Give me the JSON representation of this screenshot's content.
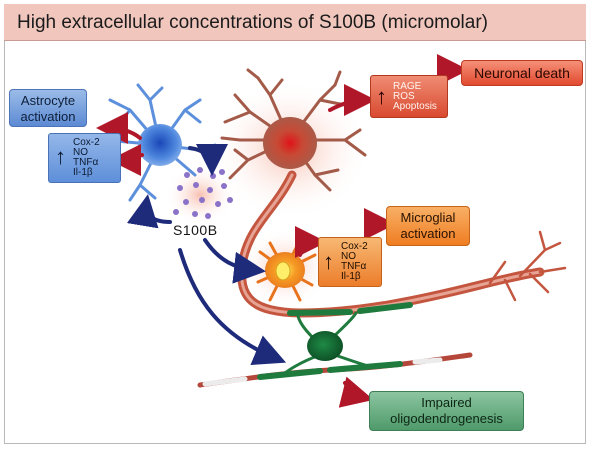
{
  "title": "High extracellular concentrations of S100B (micromolar)",
  "labels": {
    "astrocyte_activation": "Astrocyte activation",
    "neuronal_death": "Neuronal death",
    "microglial_activation": "Microglial activation",
    "impaired_oligodendrogenesis": "Impaired oligodendrogenesis",
    "s100b": "S100B"
  },
  "astrocyte_factors": [
    "Cox-2",
    "NO",
    "TNFα",
    "Il-1β"
  ],
  "neuron_factors": [
    "RAGE",
    "ROS",
    "Apoptosis"
  ],
  "microglia_factors": [
    "Cox-2",
    "NO",
    "TNFα",
    "Il-1β"
  ],
  "increase_symbol": "↑",
  "colors": {
    "title_bg": "#f0c6bd",
    "astrocyte": "#4a7fd6",
    "neuron": "#c0402b",
    "microglia": "#f08a22",
    "oligodendrocyte": "#1f7a3e",
    "arrow_red": "#b0182a",
    "arrow_blue": "#1e2a7a",
    "s100b_dots": "#8a72c8"
  }
}
